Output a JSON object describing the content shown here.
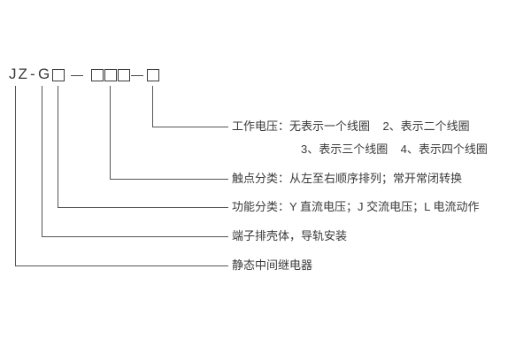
{
  "model_code": {
    "letters": "JZ",
    "dash1": "-",
    "letter_g": "G",
    "dash2": "—",
    "dash3": "—"
  },
  "annotations": {
    "working_voltage_line1": "工作电压：无表示一个线圈    2、表示二个线圈",
    "working_voltage_line2": "3、表示三个线圈    4、表示四个线圈",
    "contact": "触点分类：从左至右顺序排列；常开常闭转换",
    "function": "功能分类：Y 直流电压；J 交流电压；L 电流动作",
    "housing": "端子排壳体，导轨安装",
    "relay": "静态中间继电器"
  }
}
